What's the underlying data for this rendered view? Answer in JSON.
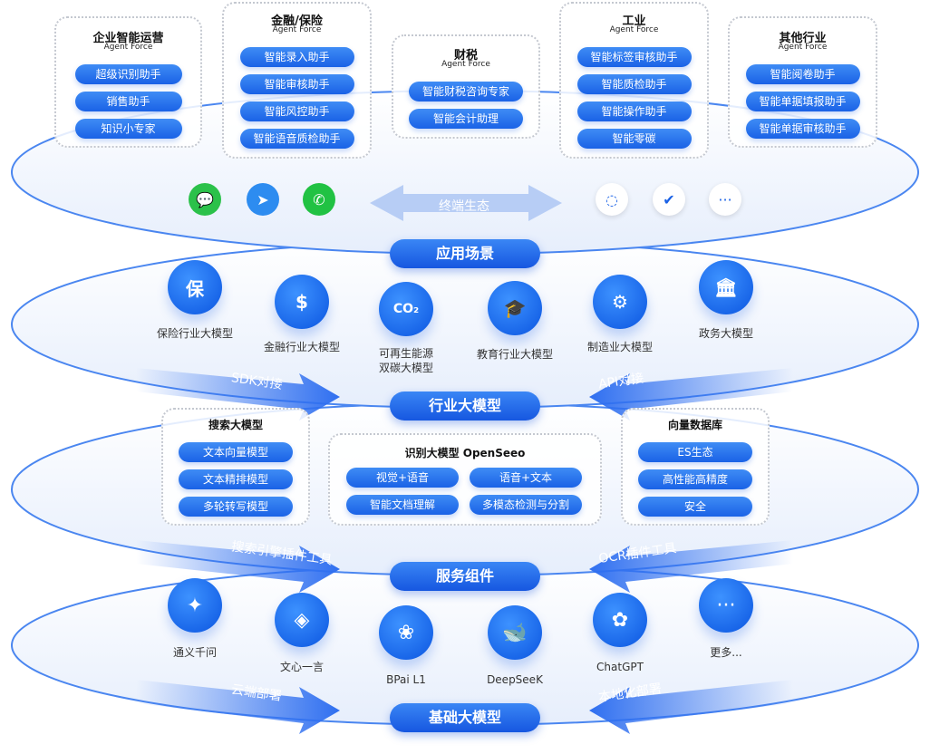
{
  "agent_groups": [
    {
      "title": "企业智能运营",
      "subtitle": "Agent Force",
      "items": [
        "超级识别助手",
        "销售助手",
        "知识小专家"
      ]
    },
    {
      "title": "金融/保险",
      "subtitle": "Agent Force",
      "items": [
        "智能录入助手",
        "智能审核助手",
        "智能风控助手",
        "智能语音质检助手"
      ]
    },
    {
      "title": "财税",
      "subtitle": "Agent Force",
      "items": [
        "智能财税咨询专家",
        "智能会计助理"
      ]
    },
    {
      "title": "工业",
      "subtitle": "Agent Force",
      "items": [
        "智能标签审核助手",
        "智能质检助手",
        "智能操作助手",
        "智能零碳"
      ]
    },
    {
      "title": "其他行业",
      "subtitle": "Agent Force",
      "items": [
        "智能阅卷助手",
        "智能单据填报助手",
        "智能单据审核助手"
      ]
    }
  ],
  "terminal": {
    "label": "终端生态",
    "icons": [
      "wechat-icon",
      "dingtalk-icon",
      "phone-icon",
      "chat-icon",
      "feishu-icon",
      "more-icon"
    ]
  },
  "layers": {
    "app": "应用场景",
    "industry": "行业大模型",
    "service": "服务组件",
    "base": "基础大模型"
  },
  "industry_models": [
    {
      "label": "保险行业大模型",
      "icon": "insurance-shield-icon",
      "glyph": "保"
    },
    {
      "label": "金融行业大模型",
      "icon": "dollar-icon",
      "glyph": "$"
    },
    {
      "label": "可再生能源\n双碳大模型",
      "icon": "co2-cloud-icon",
      "glyph": "CO₂"
    },
    {
      "label": "教育行业大模型",
      "icon": "graduation-cap-icon",
      "glyph": "🎓"
    },
    {
      "label": "制造业大模型",
      "icon": "robot-arm-icon",
      "glyph": "⚙"
    },
    {
      "label": "政务大模型",
      "icon": "government-building-icon",
      "glyph": "🏛"
    }
  ],
  "arrows": {
    "sdk": "SDK对接",
    "api": "API对接",
    "search_plugin": "搜索引擎插件工具",
    "ocr_plugin": "OCR插件工具",
    "cloud": "云端部署",
    "local": "本地化部署"
  },
  "service_groups": {
    "search": {
      "title": "搜索大模型",
      "items": [
        "文本向量模型",
        "文本精排模型",
        "多轮转写模型"
      ]
    },
    "ocr": {
      "title": "识别大模型 OpenSeeo",
      "items": [
        "视觉+语音",
        "语音+文本",
        "智能文档理解",
        "多模态检测与分割"
      ]
    },
    "vector": {
      "title": "向量数据库",
      "items": [
        "ES生态",
        "高性能高精度",
        "安全"
      ]
    }
  },
  "base_models": [
    {
      "label": "通义千问",
      "icon": "tongyi-icon",
      "glyph": "✦"
    },
    {
      "label": "文心一言",
      "icon": "wenxin-icon",
      "glyph": "◈"
    },
    {
      "label": "BPai L1",
      "icon": "bpai-icon",
      "glyph": "❀"
    },
    {
      "label": "DeepSeeK",
      "icon": "deepseek-whale-icon",
      "glyph": "🐋"
    },
    {
      "label": "ChatGPT",
      "icon": "chatgpt-icon",
      "glyph": "✿"
    },
    {
      "label": "更多...",
      "icon": "more-icon",
      "glyph": "···"
    }
  ],
  "colors": {
    "accent": "#1a62e6",
    "ring": "#3a7ff0"
  }
}
